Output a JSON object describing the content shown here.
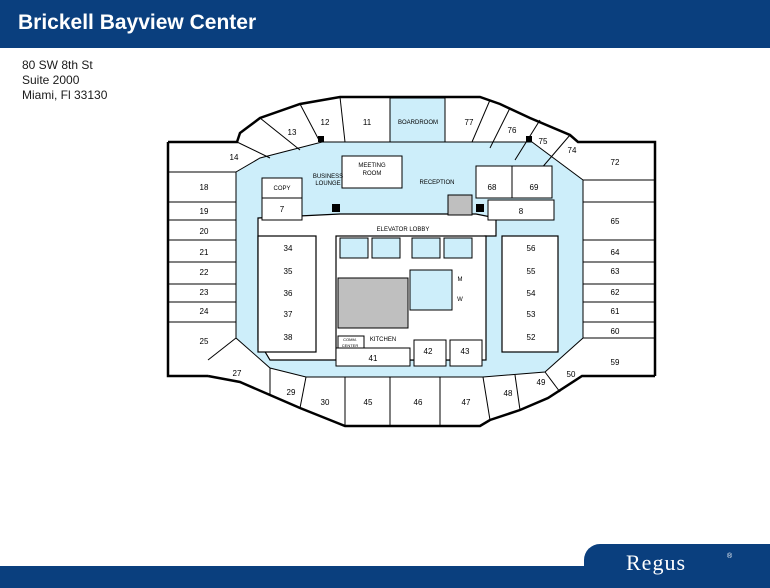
{
  "header": {
    "title": "Brickell Bayview Center"
  },
  "address": {
    "line1": "80 SW 8th St",
    "line2": "Suite 2000",
    "line3": "Miami, Fl 33130"
  },
  "colors": {
    "brand": "#0a3f7e",
    "corridor": "#cdeefa",
    "core": "#bfbfbf",
    "wall": "#000000"
  },
  "floorplan": {
    "rooms": {
      "r11": "11",
      "r12": "12",
      "r13": "13",
      "r14": "14",
      "r18": "18",
      "r19": "19",
      "r20": "20",
      "r21": "21",
      "r22": "22",
      "r23": "23",
      "r24": "24",
      "r25": "25",
      "r27": "27",
      "r29": "29",
      "r30": "30",
      "r45": "45",
      "r46": "46",
      "r47": "47",
      "r48": "48",
      "r49": "49",
      "r50": "50",
      "r59": "59",
      "r60": "60",
      "r61": "61",
      "r62": "62",
      "r63": "63",
      "r64": "64",
      "r65": "65",
      "r72": "72",
      "r74": "74",
      "r75": "75",
      "r76": "76",
      "r77": "77",
      "r7": "7",
      "r8": "8",
      "r68": "68",
      "r69": "69",
      "r34": "34",
      "r35": "35",
      "r36": "36",
      "r37": "37",
      "r38": "38",
      "r41": "41",
      "r42": "42",
      "r43": "43",
      "r52": "52",
      "r53": "53",
      "r54": "54",
      "r55": "55",
      "r56": "56"
    },
    "spaces": {
      "boardroom": "BOARDROOM",
      "meeting_l1": "MEETING",
      "meeting_l2": "ROOM",
      "business_l1": "BUSINESS",
      "business_l2": "LOUNGE",
      "copy": "COPY",
      "reception": "RECEPTION",
      "elevator_lobby": "ELEVATOR LOBBY",
      "comm_l1": "COMM.",
      "comm_l2": "CENTER",
      "kitchen": "KITCHEN",
      "m": "M",
      "w": "W"
    }
  },
  "footer": {
    "logo": "Regus",
    "logo_mark": "®"
  }
}
